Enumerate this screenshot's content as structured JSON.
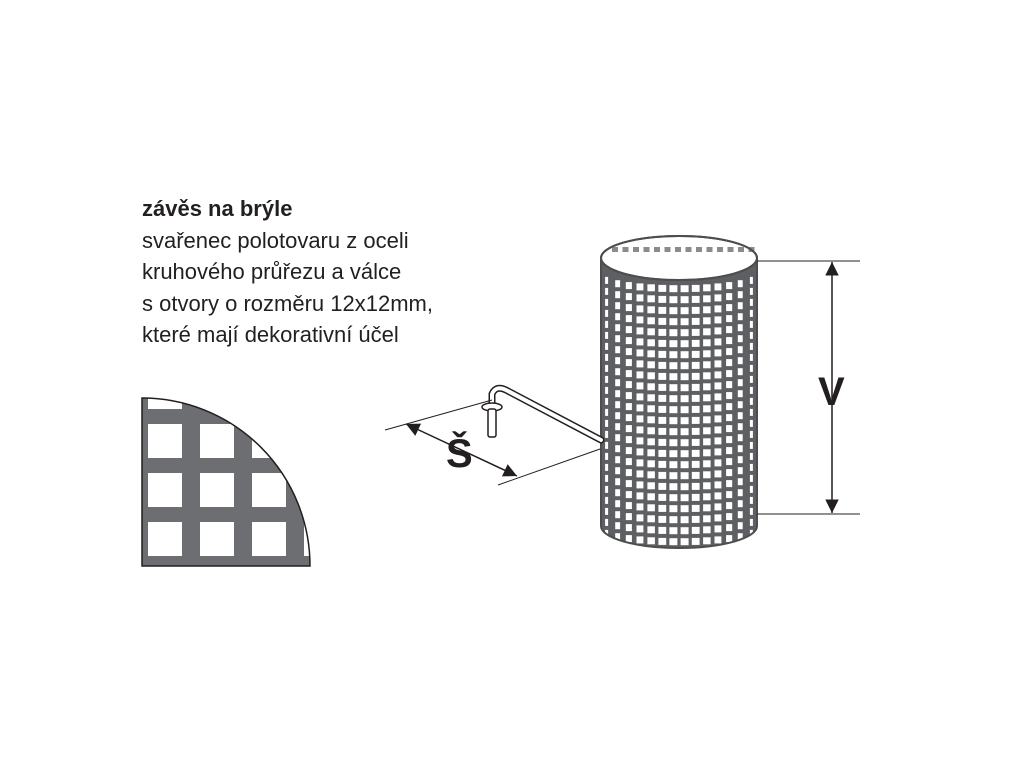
{
  "description": {
    "title": "závěs na brýle",
    "lines": [
      "svařenec polotovaru z oceli",
      "kruhového průřezu a válce",
      "s otvory o rozměru 12x12mm,",
      "které mají dekorativní účel"
    ]
  },
  "dimensions": {
    "height_label": "V",
    "width_label": "Š"
  },
  "colors": {
    "ink": "#231f20",
    "mesh": "#6d6e71",
    "background": "#ffffff"
  }
}
